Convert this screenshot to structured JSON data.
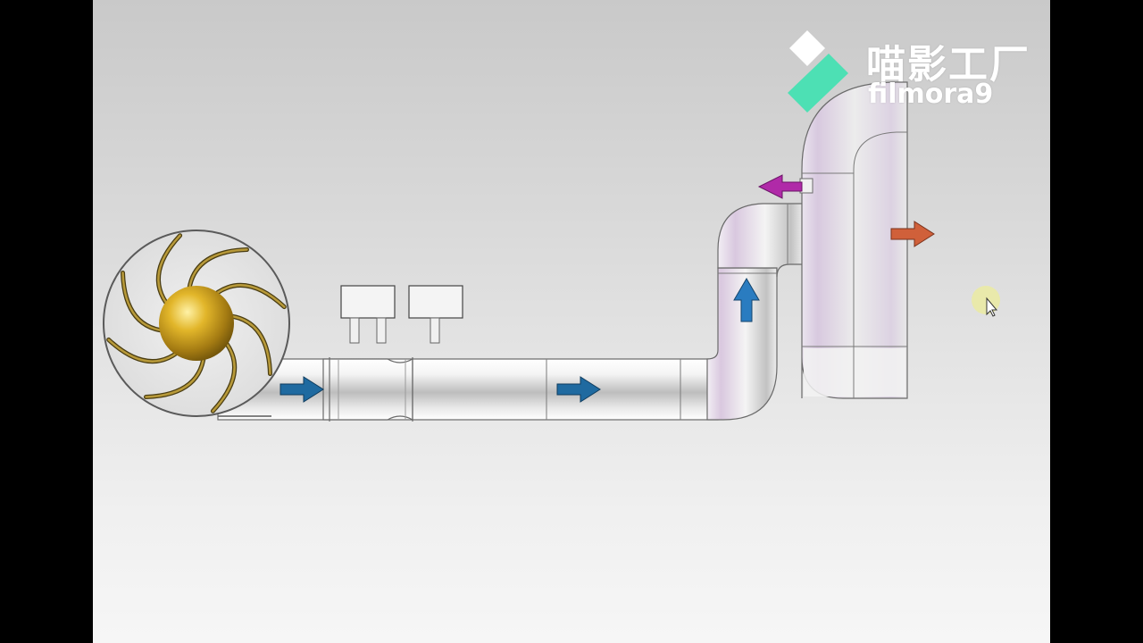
{
  "watermark": {
    "brand_cn": "喵影工厂",
    "brand_en": "filmora9",
    "logo_colors": {
      "light": "#ffffff",
      "accent": "#4de0b4"
    }
  },
  "diagram": {
    "components": [
      {
        "name": "blower-impeller",
        "blade_count": 8,
        "hub_color": "#c9a21e"
      },
      {
        "name": "valve-actuator-left"
      },
      {
        "name": "valve-actuator-right"
      }
    ],
    "flow_arrows": [
      {
        "name": "flow-arrow-outlet",
        "direction": "right",
        "color": "#1f6aa0"
      },
      {
        "name": "flow-arrow-duct",
        "direction": "right",
        "color": "#1f6aa0"
      },
      {
        "name": "flow-arrow-riser",
        "direction": "up",
        "color": "#2a7cc0"
      },
      {
        "name": "flow-arrow-branch",
        "direction": "left",
        "color": "#b02aa8"
      },
      {
        "name": "flow-arrow-exhaust",
        "direction": "right",
        "color": "#d0603a"
      }
    ]
  }
}
